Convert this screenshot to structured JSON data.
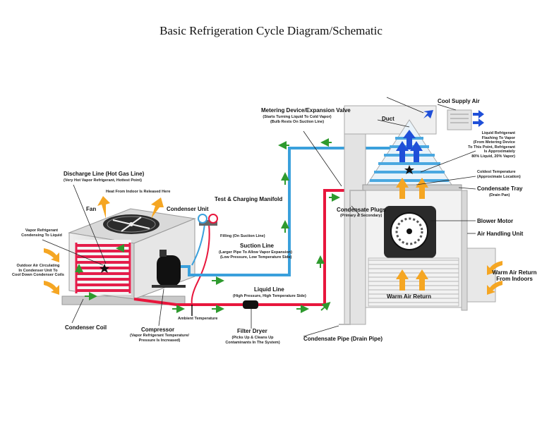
{
  "title": "Basic Refrigeration Cycle Diagram/Schematic",
  "labels": {
    "discharge_line": "Discharge Line (Hot Gas Line)",
    "discharge_line_sub": "(Very Hot Vapor Refrigerant, Hottest Point)",
    "heat_released": "Heat From Indoor Is Released Here",
    "fan": "Fan",
    "condenser_unit": "Condenser Unit",
    "test_manifold": "Test & Charging Manifold",
    "filling": "Filling (On Suction Line)",
    "suction_line": "Suction Line",
    "suction_sub1": "(Larger Pipe To Allow Vapor Expansion)",
    "suction_sub2": "(Low Pressure, Low Temperature Side)",
    "vapor_refrigerant1": "Vapor Refrigerant",
    "vapor_refrigerant2": "Condensing To Liquid",
    "outdoor_air1": "Outdoor Air Circulating",
    "outdoor_air2": "In Condenser Unit To",
    "outdoor_air3": "Cool Down Condenser Coils",
    "condenser_coil": "Condenser Coil",
    "compressor": "Compressor",
    "compressor_sub1": "(Vapor Refrigerant Temperature/",
    "compressor_sub2": "Pressure Is Increased)",
    "ambient_temp": "Ambient Temperature",
    "liquid_line": "Liquid Line",
    "liquid_sub": "(High Pressure, High Temperature Side)",
    "filter_dryer": "Filter Dryer",
    "filter_sub1": "(Picks Up & Cleans Up",
    "filter_sub2": "Contaminants In The System)",
    "condensate_pipe": "Condensate Pipe (Drain Pipe)",
    "metering_device": "Metering Device/Expansion Valve",
    "metering_sub1": "(Starts Turning Liquid To Cold Vapor)",
    "metering_sub2": "(Bulb Rests On Suction Line)",
    "duct": "Duct",
    "cool_supply": "Cool Supply Air",
    "liquid_flashing1": "Liquid Refrigerant",
    "liquid_flashing2": "Flashing To Vapor",
    "liquid_flashing3": "(From Metering Device",
    "liquid_flashing4": "To This Point, Refrigerant",
    "liquid_flashing5": "Is Approximately",
    "liquid_flashing6": "80% Liquid, 20% Vapor)",
    "coldest_temp1": "Coldest Temperature",
    "coldest_temp2": "(Approximate Location)",
    "condensate_tray": "Condensate Tray",
    "condensate_tray_sub": "(Drain Pan)",
    "condensate_plugs": "Condensate Plugs",
    "condensate_plugs_sub": "(Primary & Secondary)",
    "blower_motor": "Blower Motor",
    "air_handling": "Air Handling Unit",
    "warm_air_return": "Warm Air Return",
    "warm_air_return_indoor1": "Warm Air Return",
    "warm_air_return_indoor2": "From Indoors"
  },
  "colors": {
    "hot_line": "#e8163c",
    "cold_line": "#3aa0dc",
    "coil_red": "#e41d4a",
    "coil_blue": "#4aa8e0",
    "flow_arrow": "#2e9a2e",
    "air_warm": "#f5a623",
    "air_cool": "#1f4fd8",
    "housing": "#dcdcdc"
  },
  "icons": [
    "flow-arrow-icon",
    "warm-air-arrow-icon",
    "cool-air-arrow-icon",
    "star-icon",
    "fan-icon",
    "blower-wheel-icon",
    "pressure-gauge-icon"
  ]
}
